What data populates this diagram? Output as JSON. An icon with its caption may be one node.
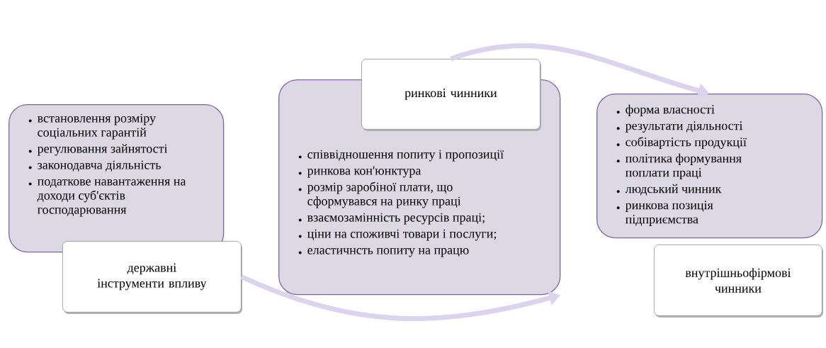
{
  "diagram": {
    "nodes": [
      {
        "text": [
          "встановлення розміру соціальних гарантій",
          "регулювання зайнятості",
          "законодавча діяльність",
          "податкове навантаження на доходи суб'єктів господарювання"
        ]
      },
      {
        "text": [
          "державні інструменти впливу"
        ]
      },
      {
        "text": [
          "ринкові чинники"
        ]
      },
      {
        "text": [
          "співвідношення попиту і пропозиції",
          "ринкова кон'юнктура",
          "розмір заробіної плати, що сформувався на ринку праці",
          "взаємозамінність ресурсів праці;",
          "ціни на споживчі товари і послуги;",
          "еластичнсть попиту на працю"
        ]
      },
      {
        "text": [
          "форма власності",
          "результати діяльності",
          "собівартість продукції",
          "політика формування поплати праці",
          "людський чинник",
          "ринкова позиція підприємства"
        ]
      },
      {
        "text": [
          "внутрішньофірмові чинники"
        ]
      }
    ],
    "edges": [
      {
        "from": 1,
        "to": 3,
        "arrow": "to"
      },
      {
        "from": 2,
        "to": 4,
        "arrow": "to"
      }
    ]
  }
}
